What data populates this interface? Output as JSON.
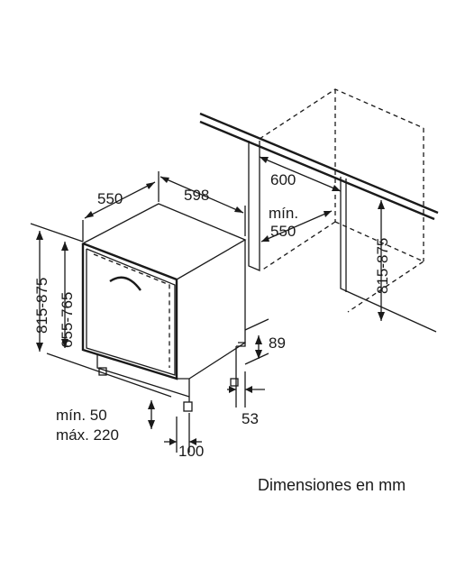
{
  "labels": {
    "depth_550": "550",
    "width_598": "598",
    "height_815_875": "815-875",
    "height_655_765": "655-765",
    "niche_depth_600": "600",
    "niche_min_label": "mín.",
    "niche_min_550": "550",
    "niche_height_815_875": "815-875",
    "plinth_89": "89",
    "plinth_53": "53",
    "feet_min": "mín. 50",
    "feet_max": "máx. 220",
    "feet_100": "100"
  },
  "caption": "Dimensiones en mm",
  "colors": {
    "line": "#1a1a1a",
    "background": "#ffffff"
  }
}
